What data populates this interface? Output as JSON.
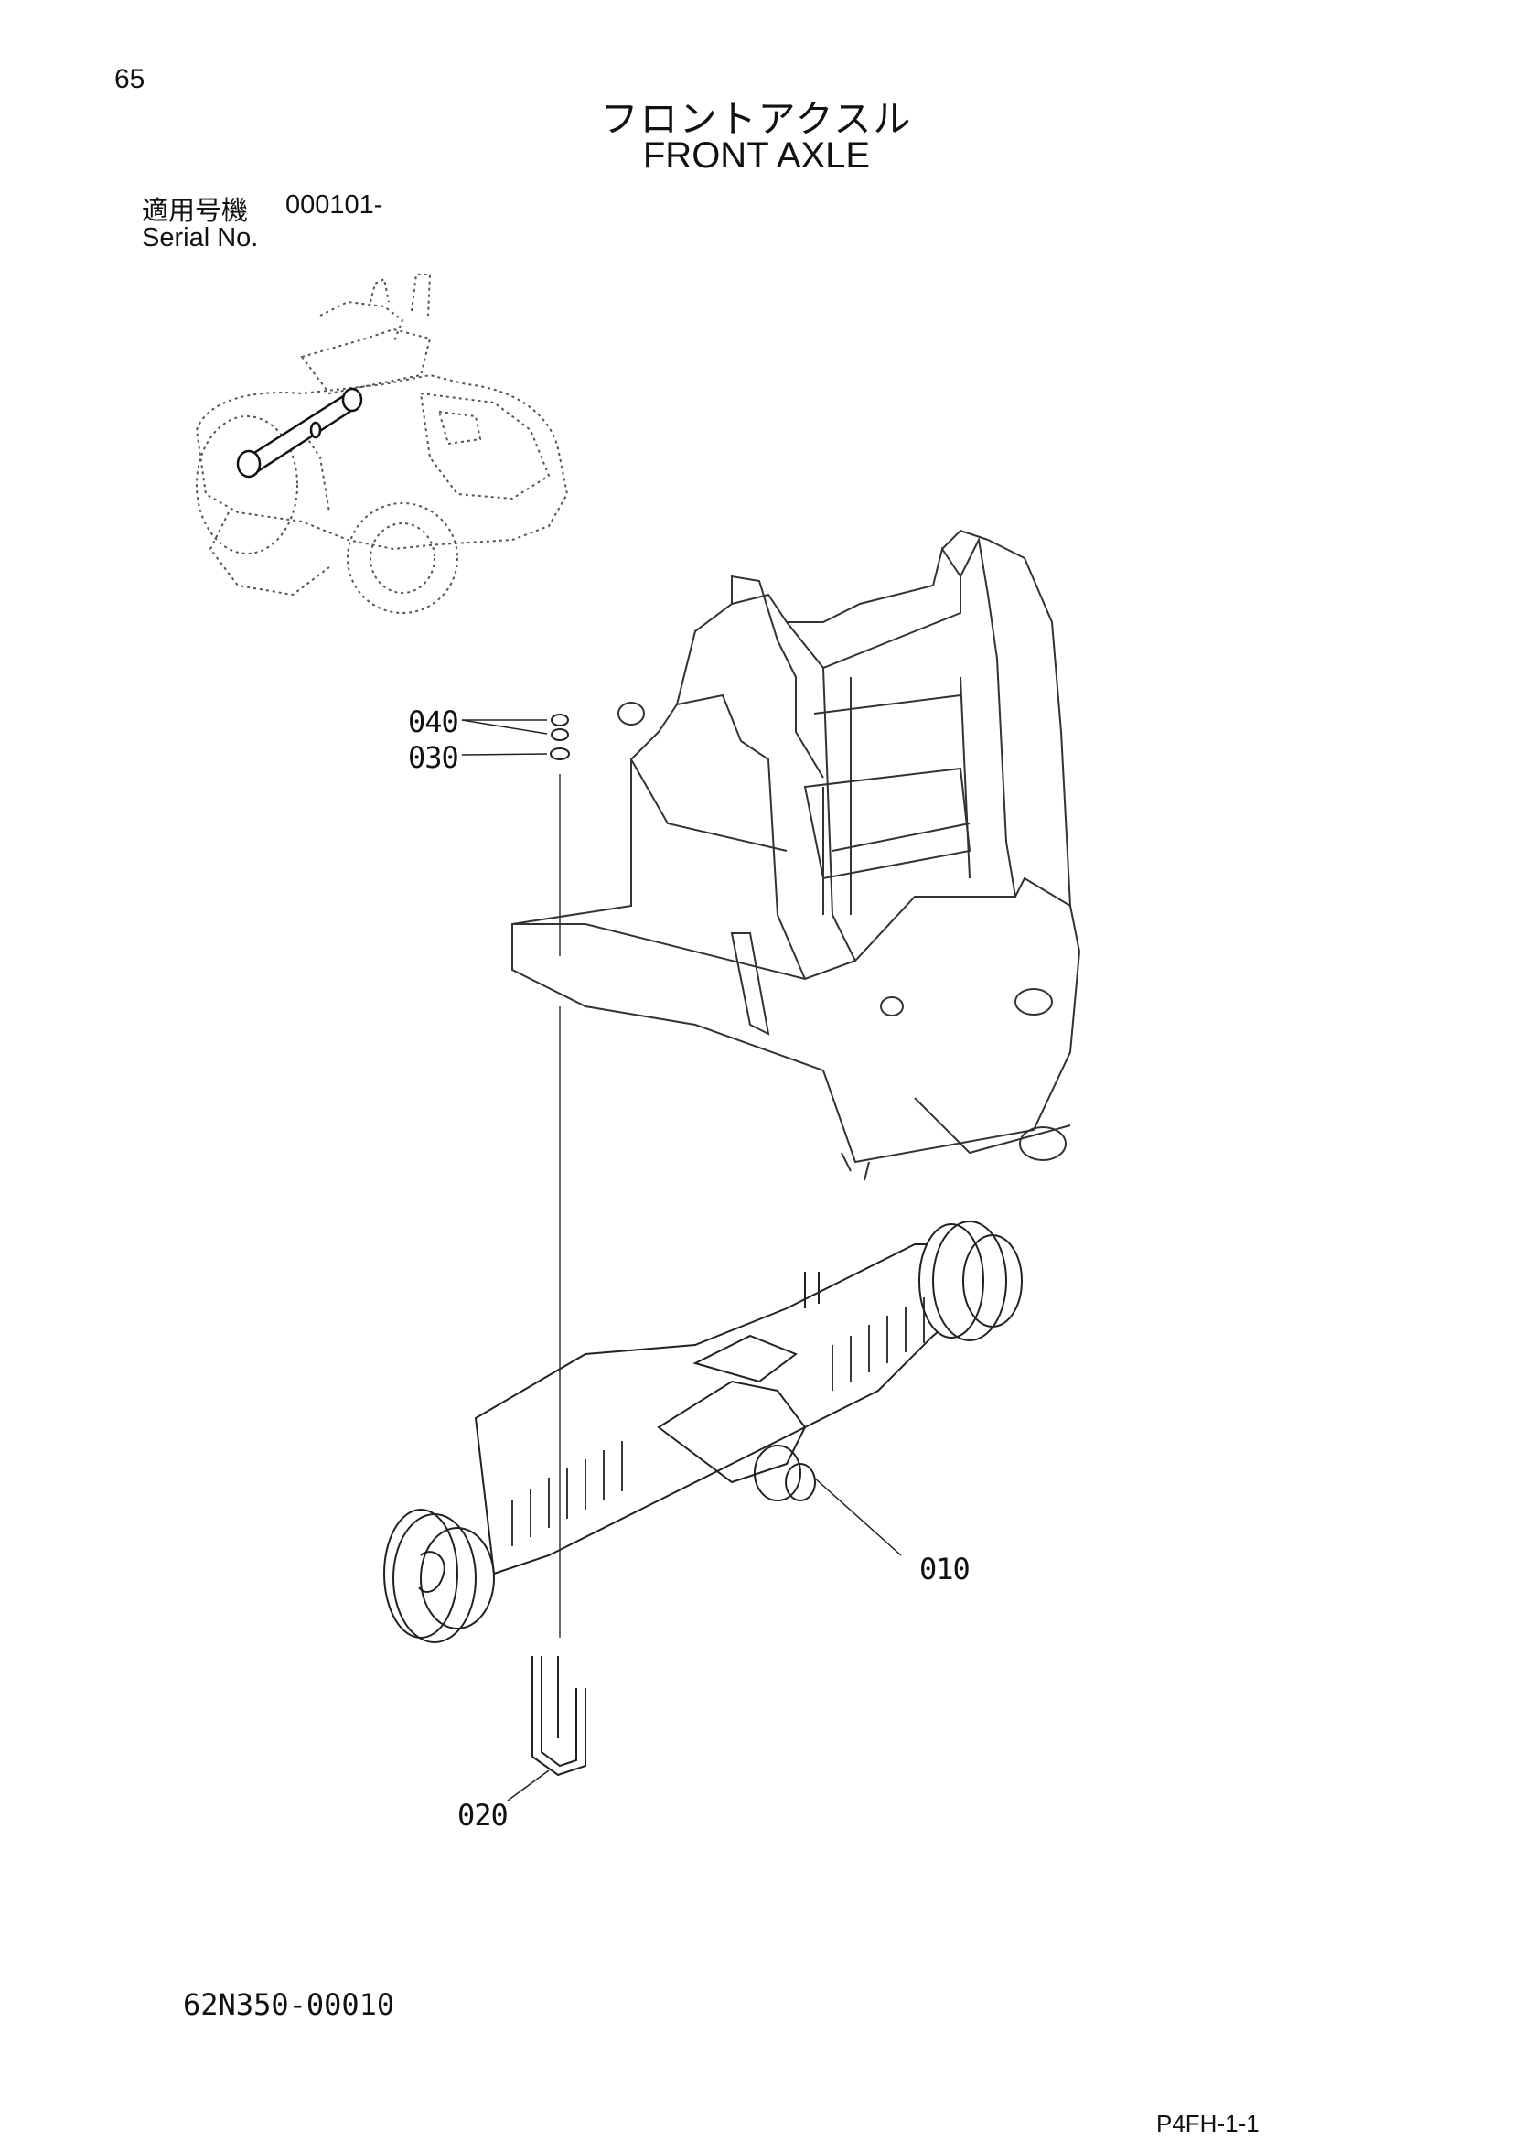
{
  "header": {
    "page_number": "65",
    "title_jp": "フロントアクスル",
    "title_en": "FRONT AXLE",
    "applicability_label": "適用号機",
    "serial_from": "000101-",
    "serial_label": "Serial No."
  },
  "callouts": {
    "p040": "040",
    "p030": "030",
    "p010": "010",
    "p020": "020"
  },
  "footer": {
    "drawing_number": "62N350-00010",
    "page_code": "P4FH-1-1"
  }
}
